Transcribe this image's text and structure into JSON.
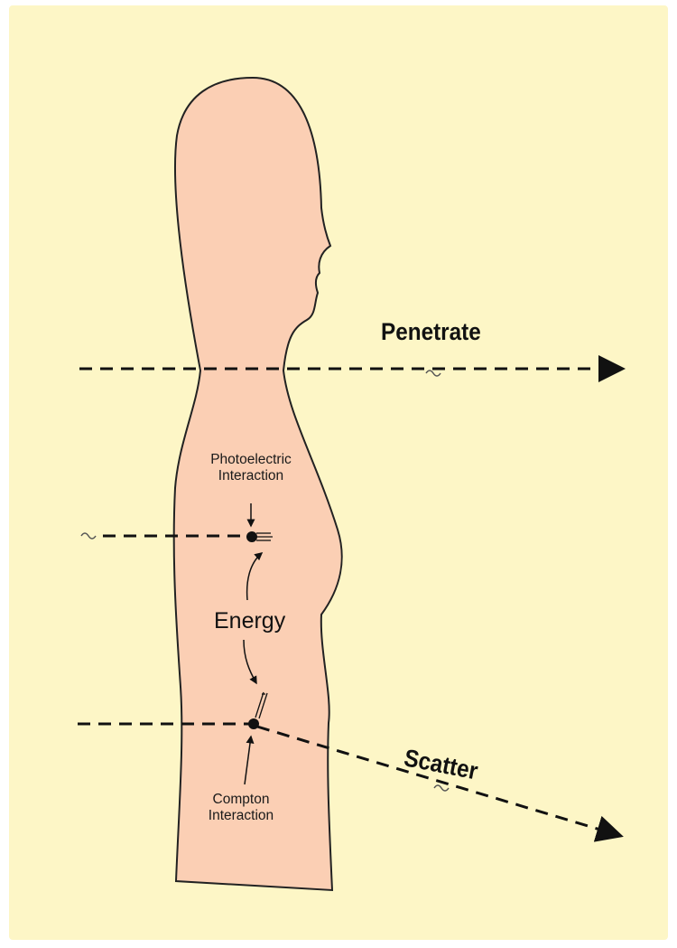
{
  "diagram": {
    "background_color": "#fdf6c6",
    "body_color": "#fbcfb4",
    "outline_color": "#222222",
    "labels": {
      "penetrate": "Penetrate",
      "photoelectric_line1": "Photoelectric",
      "photoelectric_line2": "Interaction",
      "energy": "Energy",
      "scatter": "Scatter",
      "compton_line1": "Compton",
      "compton_line2": "Interaction"
    },
    "icons": {
      "beam_arrowhead": "arrowhead",
      "interaction_point": "dot",
      "wave_marker": "tilde"
    }
  }
}
